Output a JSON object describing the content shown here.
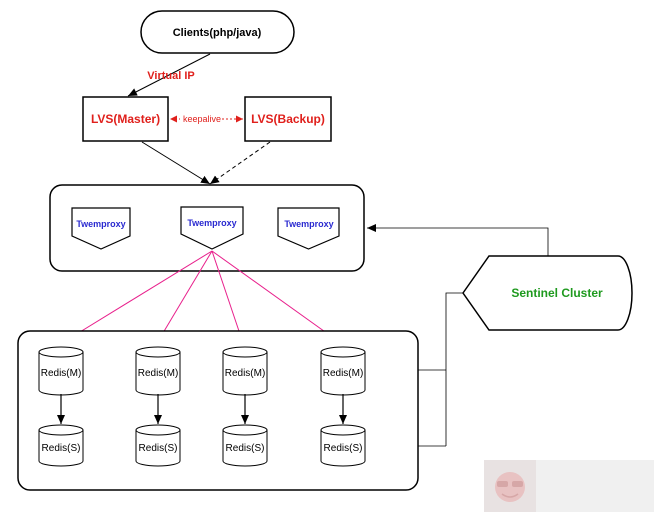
{
  "clients": {
    "label": "Clients(php/java)"
  },
  "edges": {
    "virtual_ip": "Virtual IP",
    "keepalive": "keepalive"
  },
  "lvs": {
    "master": "LVS(Master)",
    "backup": "LVS(Backup)"
  },
  "twemproxy": {
    "nodes": [
      "Twemproxy",
      "Twemproxy",
      "Twemproxy"
    ]
  },
  "sentinel": {
    "label": "Sentinel Cluster"
  },
  "redis": {
    "masters": [
      "Redis(M)",
      "Redis(M)",
      "Redis(M)",
      "Redis(M)"
    ],
    "slaves": [
      "Redis(S)",
      "Redis(S)",
      "Redis(S)",
      "Redis(S)"
    ]
  },
  "colors": {
    "accent_red": "#e0201c",
    "twemproxy_blue": "#2a2ad0",
    "sentinel_green": "#1f9a1f",
    "pink_edges": "#e8208c",
    "stroke": "#000000"
  }
}
